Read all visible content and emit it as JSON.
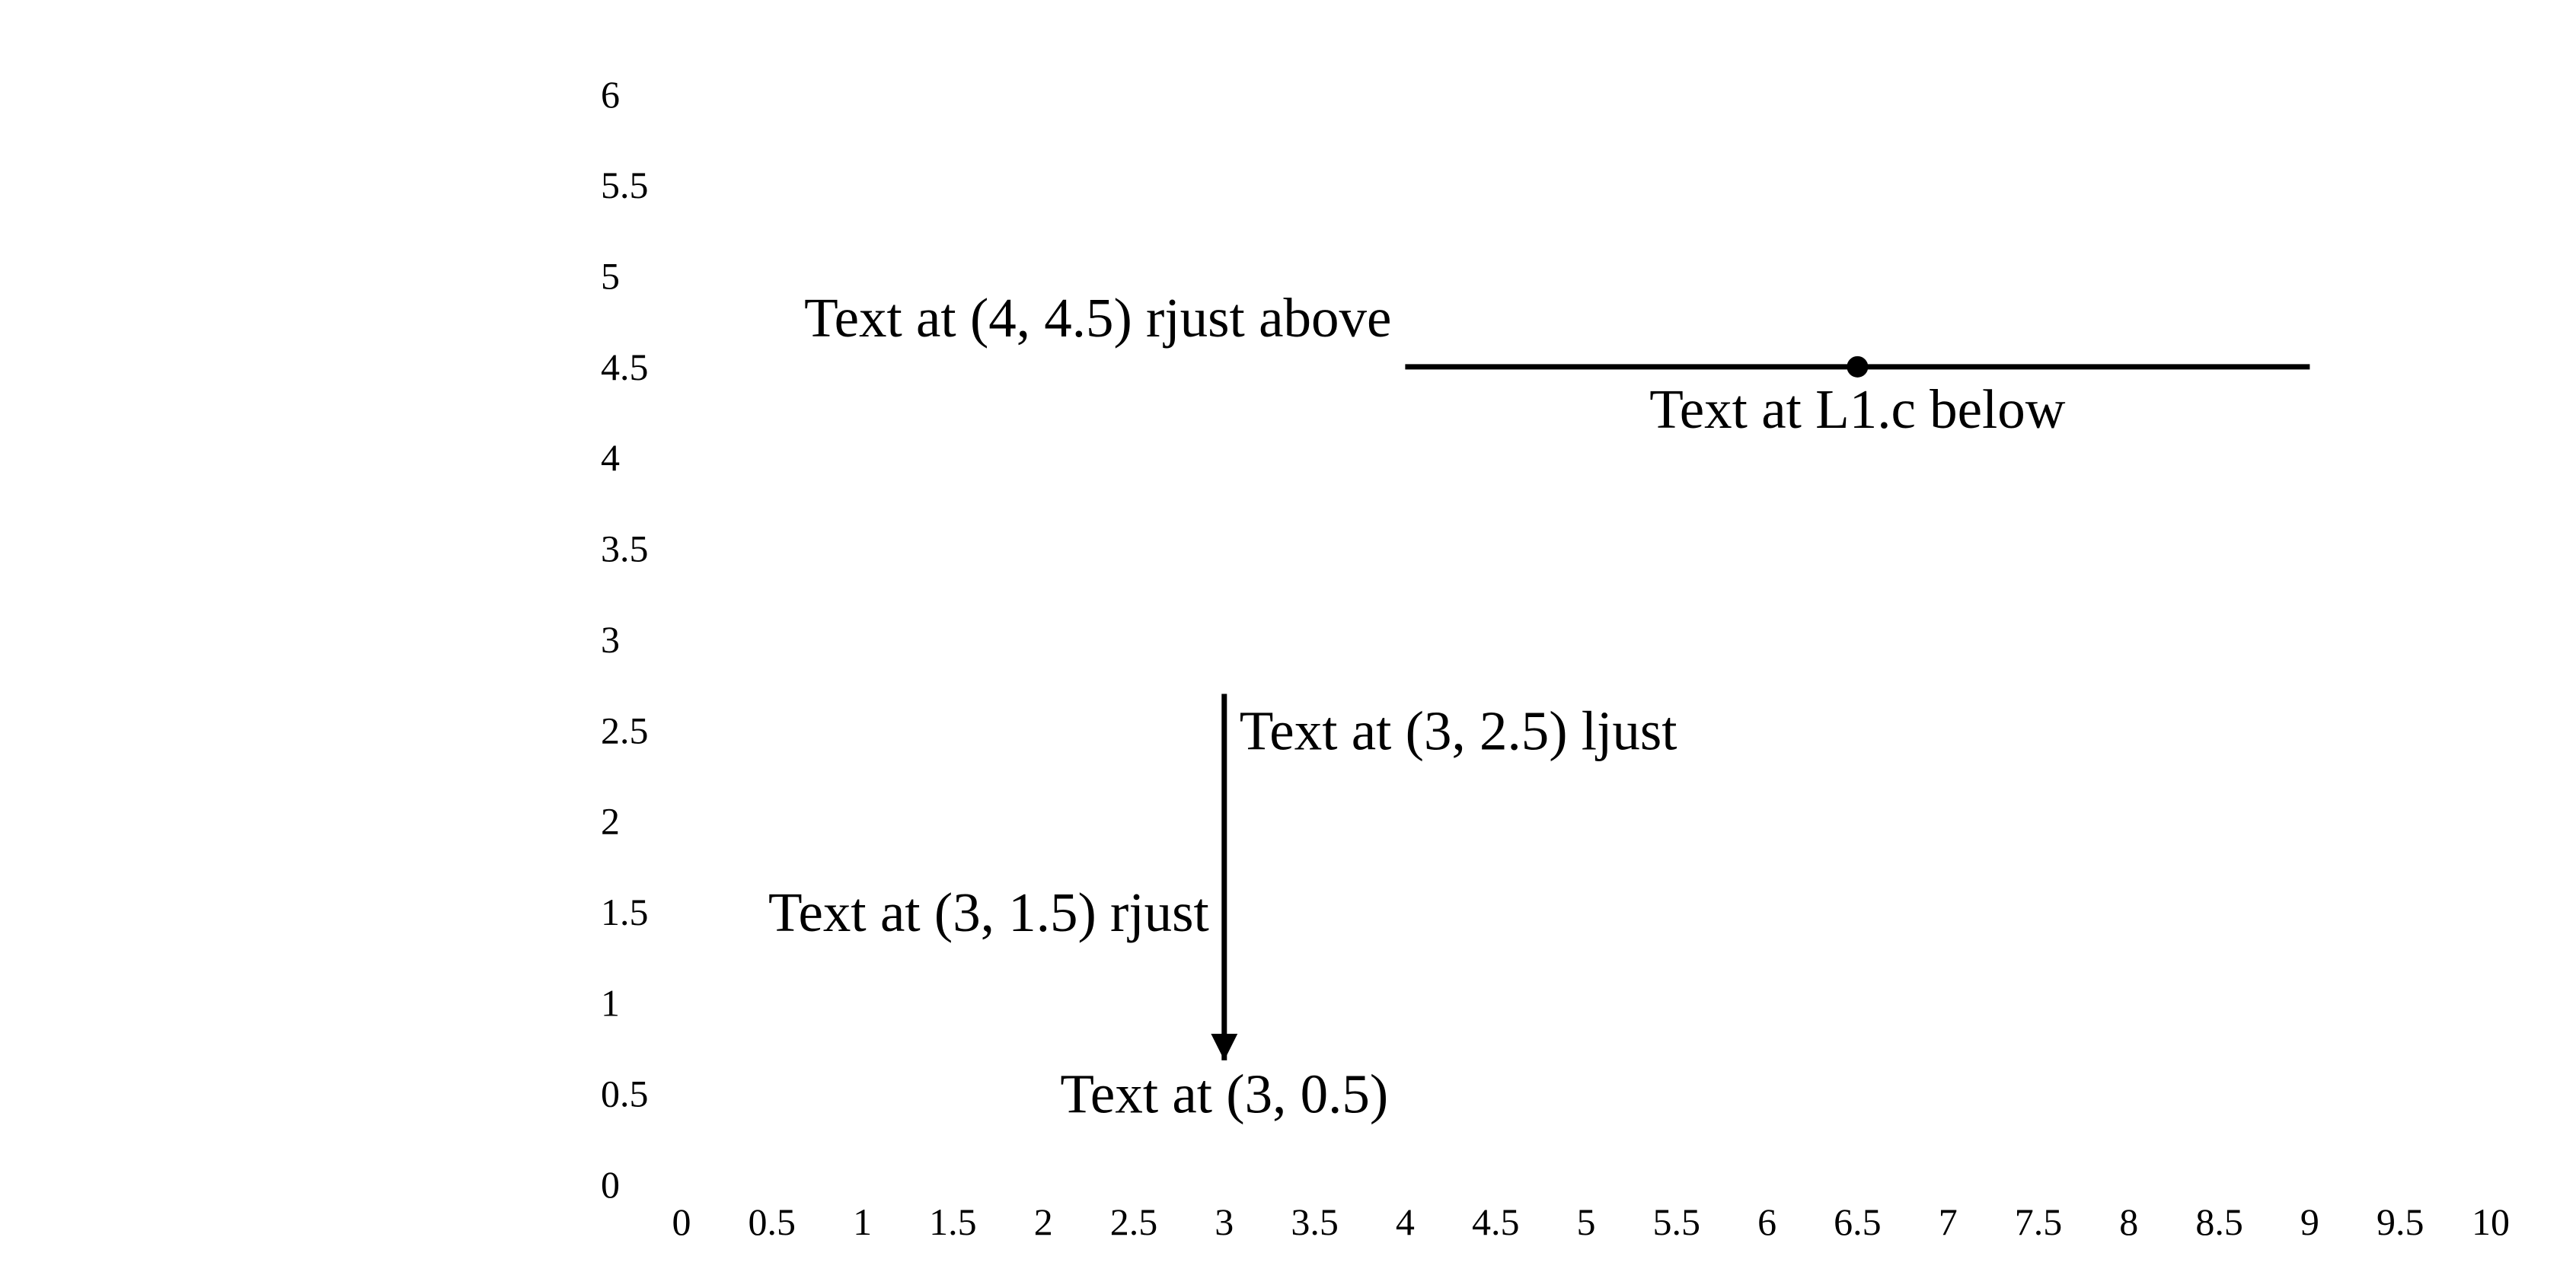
{
  "colors": {
    "background": "#ffffff",
    "ink": "#000000"
  },
  "chart_data": {
    "type": "diagram",
    "xlim": [
      0,
      10
    ],
    "ylim": [
      0,
      6
    ],
    "x_ticks": [
      "0",
      "0.5",
      "1",
      "1.5",
      "2",
      "2.5",
      "3",
      "3.5",
      "4",
      "4.5",
      "5",
      "5.5",
      "6",
      "6.5",
      "7",
      "7.5",
      "8",
      "8.5",
      "9",
      "9.5",
      "10"
    ],
    "y_ticks": [
      "0",
      "0.5",
      "1",
      "1.5",
      "2",
      "2.5",
      "3",
      "3.5",
      "4",
      "4.5",
      "5",
      "5.5",
      "6"
    ],
    "lines": [
      {
        "name": "L1",
        "from": [
          4,
          4.5
        ],
        "to": [
          9,
          4.5
        ],
        "arrow": false
      }
    ],
    "arrows": [
      {
        "from": [
          3,
          2.7
        ],
        "to": [
          3,
          0.7
        ]
      }
    ],
    "points": [
      {
        "x": 6.5,
        "y": 4.5
      }
    ],
    "annotations": [
      {
        "text": "Text at (4, 4.5) rjust above",
        "x": 4,
        "y": 4.5,
        "anchor": "end",
        "position": "above"
      },
      {
        "text": "Text at L1.c below",
        "x": 6.5,
        "y": 4.5,
        "anchor": "middle",
        "position": "below"
      },
      {
        "text": "Text at (3, 2.5) ljust",
        "x": 3,
        "y": 2.5,
        "anchor": "start",
        "position": "center"
      },
      {
        "text": "Text at (3, 1.5) rjust",
        "x": 3,
        "y": 1.5,
        "anchor": "end",
        "position": "center"
      },
      {
        "text": "Text at (3, 0.5)",
        "x": 3,
        "y": 0.5,
        "anchor": "middle",
        "position": "center"
      }
    ]
  }
}
